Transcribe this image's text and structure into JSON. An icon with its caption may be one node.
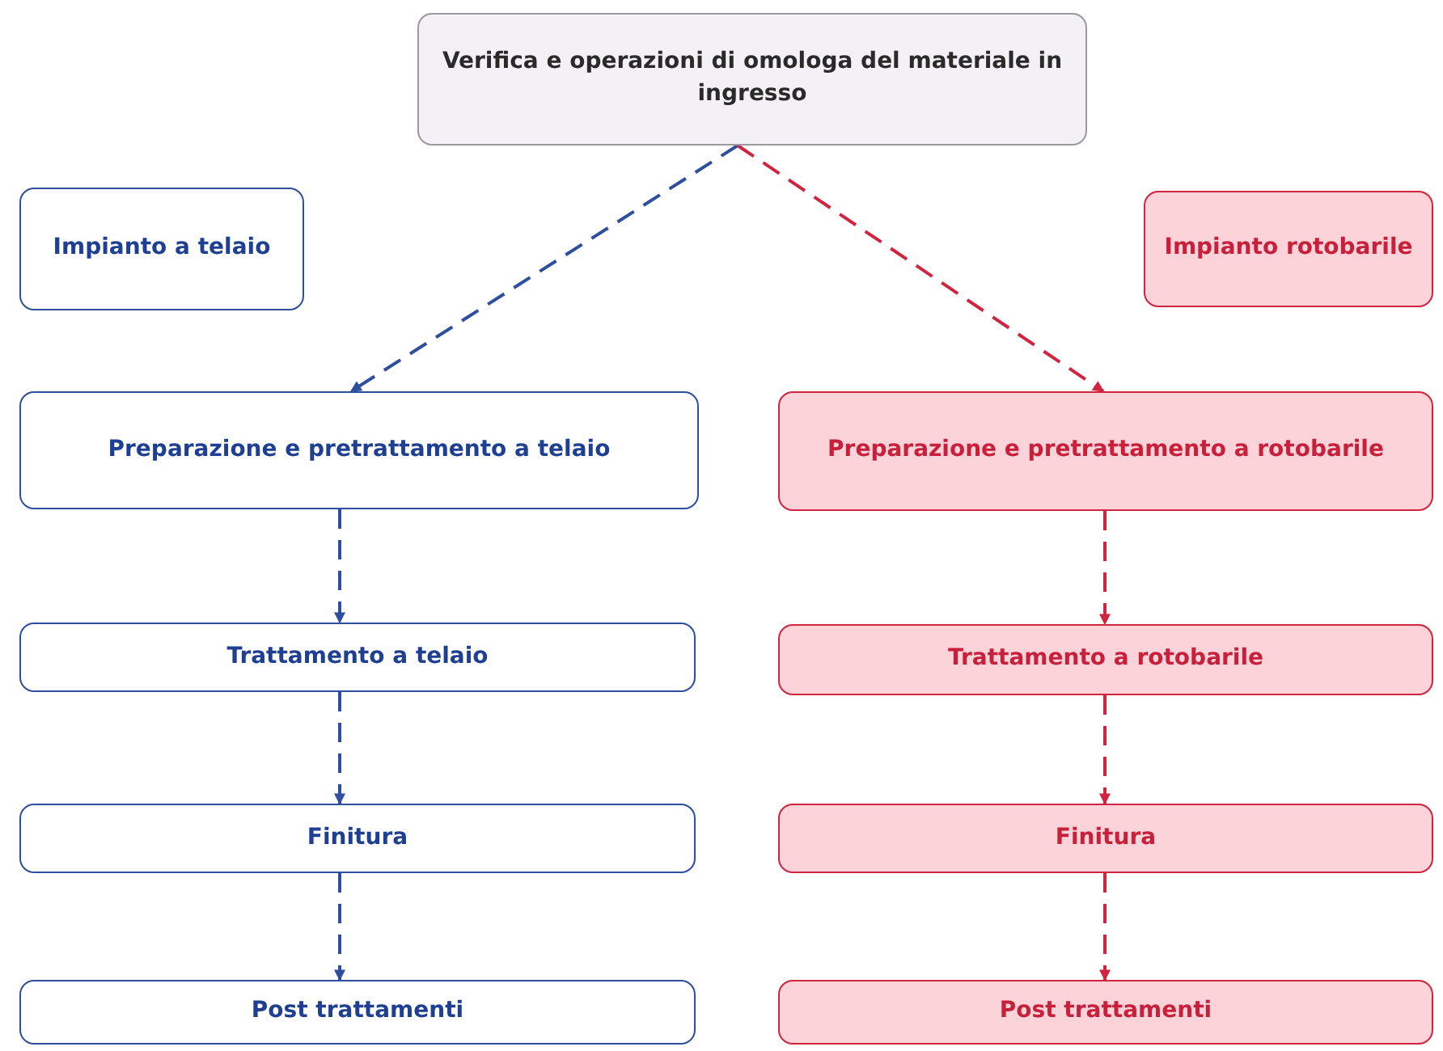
{
  "diagram": {
    "nodes": [
      {
        "text": [
          "Verifica e operazioni di omologa del materiale in ingresso"
        ]
      },
      {
        "text": [
          "Impianto a telaio"
        ]
      },
      {
        "text": [
          "Impianto rotobarile"
        ]
      },
      {
        "text": [
          "Preparazione e pretrattamento a telaio"
        ]
      },
      {
        "text": [
          "Preparazione e pretrattamento a rotobarile"
        ]
      },
      {
        "text": [
          "Trattamento a telaio"
        ]
      },
      {
        "text": [
          "Trattamento a rotobarile"
        ]
      },
      {
        "text": [
          "Finitura"
        ]
      },
      {
        "text": [
          "Finitura"
        ]
      },
      {
        "text": [
          "Post trattamenti"
        ]
      },
      {
        "text": [
          "Post trattamenti"
        ]
      }
    ],
    "edges": [
      {
        "from": 0,
        "to": 3,
        "arrow": "to",
        "style": "dashed"
      },
      {
        "from": 0,
        "to": 4,
        "arrow": "to",
        "style": "dashed",
        "color": "#d0243f"
      },
      {
        "from": 3,
        "to": 5,
        "arrow": "to",
        "style": "dashed"
      },
      {
        "from": 4,
        "to": 6,
        "arrow": "to",
        "style": "dashed",
        "color": "#d0243f"
      },
      {
        "from": 5,
        "to": 7,
        "arrow": "to",
        "style": "dashed"
      },
      {
        "from": 6,
        "to": 8,
        "arrow": "to",
        "style": "dashed",
        "color": "#d0243f"
      },
      {
        "from": 7,
        "to": 9,
        "arrow": "to",
        "style": "dashed"
      },
      {
        "from": 8,
        "to": 10,
        "arrow": "to",
        "style": "dashed",
        "color": "#d0243f"
      }
    ]
  }
}
